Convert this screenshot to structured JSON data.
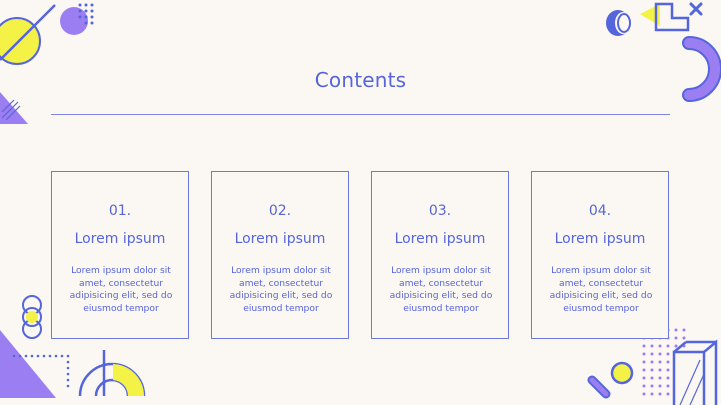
{
  "slide": {
    "title": "Contents",
    "items": [
      {
        "number": "01.",
        "heading": "Lorem ipsum",
        "body": "Lorem ipsum dolor sit amet, consectetur adipisicing elit, sed do eiusmod tempor"
      },
      {
        "number": "02.",
        "heading": "Lorem ipsum",
        "body": "Lorem ipsum dolor sit amet, consectetur adipisicing elit, sed do eiusmod tempor"
      },
      {
        "number": "03.",
        "heading": "Lorem ipsum",
        "body": "Lorem ipsum dolor sit amet, consectetur adipisicing elit, sed do eiusmod tempor"
      },
      {
        "number": "04.",
        "heading": "Lorem ipsum",
        "body": "Lorem ipsum dolor sit amet, consectetur adipisicing elit, sed do eiusmod tempor"
      }
    ]
  },
  "colors": {
    "background": "#FBF7F2",
    "accent_blue": "#5566DD",
    "accent_purple": "#9B7FF2",
    "accent_yellow": "#F4F246"
  }
}
